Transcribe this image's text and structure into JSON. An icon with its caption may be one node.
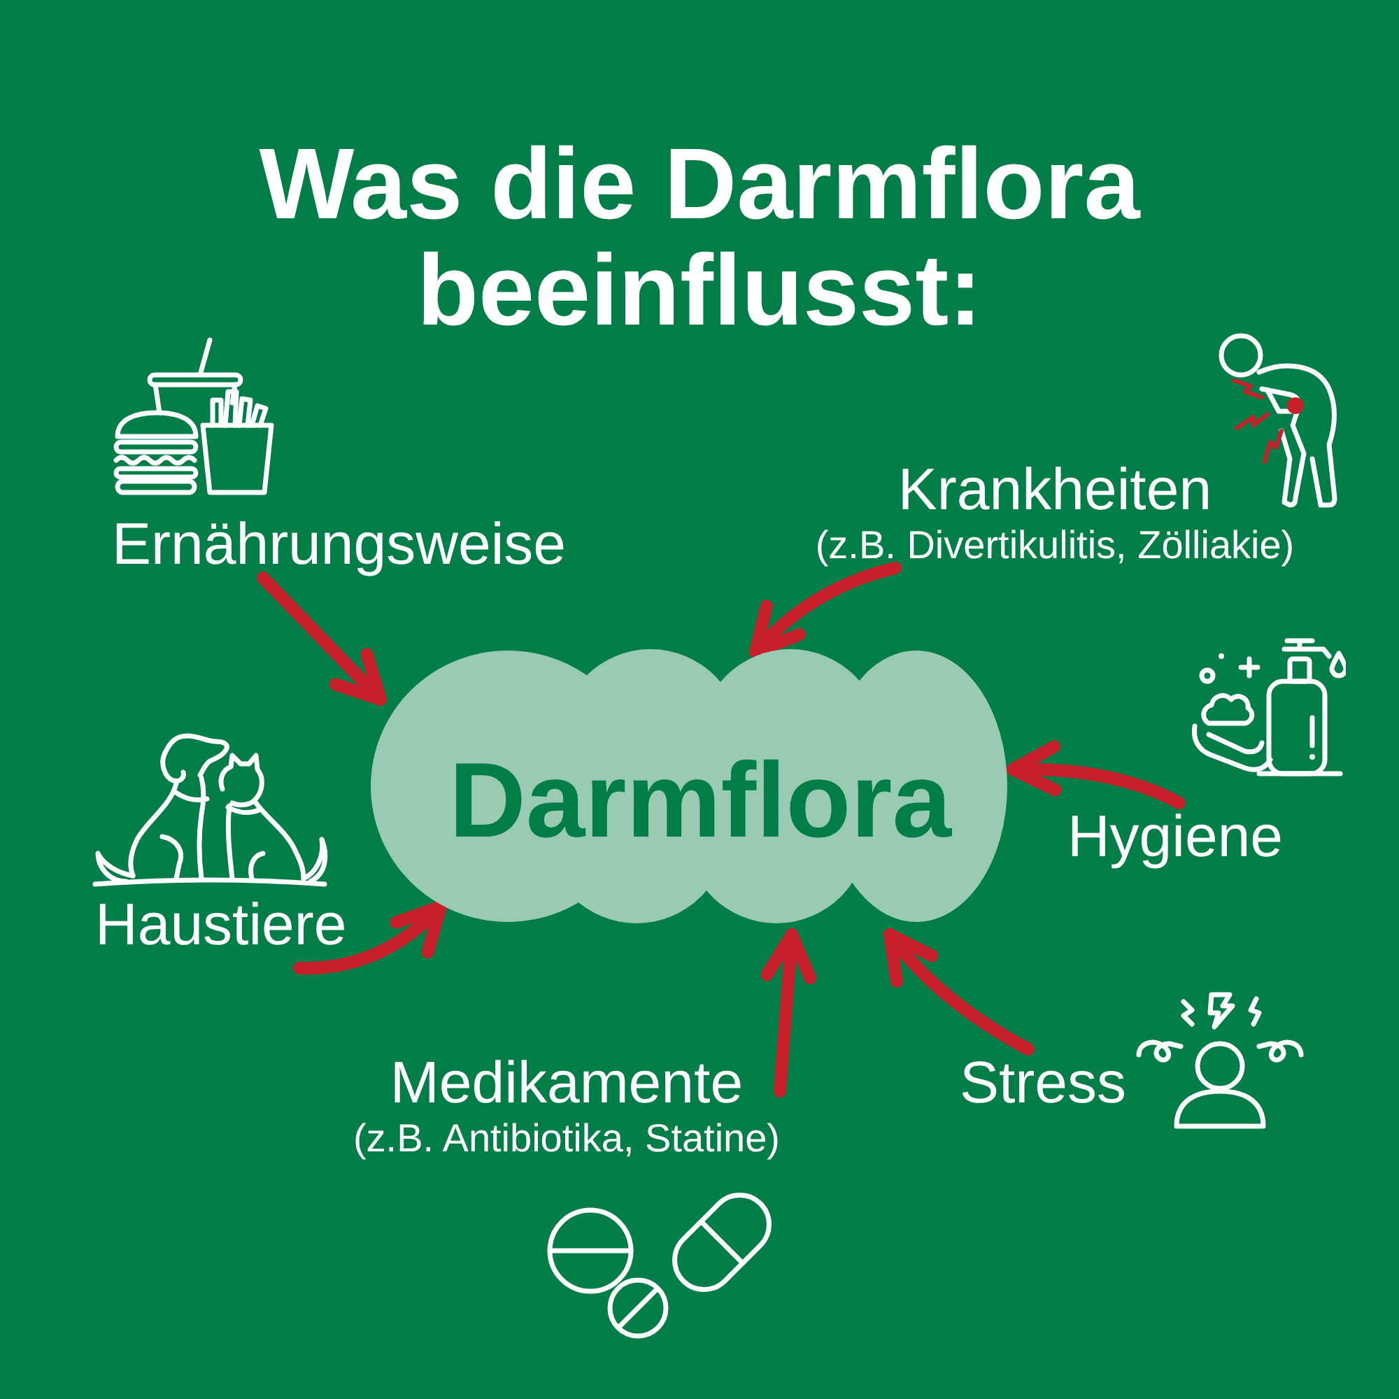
{
  "diagram": {
    "title": "Was die Darmflora beeinflusst:",
    "nodes": [
      {
        "text": [
          "Ernährungsweise"
        ]
      },
      {
        "text": [
          "Krankheiten",
          "(z.B. Divertikulitis, Zölliakie)"
        ]
      },
      {
        "text": [
          "Darmflora"
        ]
      },
      {
        "text": [
          "Hygiene"
        ]
      },
      {
        "text": [
          "Haustiere"
        ]
      },
      {
        "text": [
          "Medikamente",
          "(z.B. Antibiotika, Statine)"
        ]
      },
      {
        "text": [
          "Stress"
        ]
      }
    ],
    "edges": [
      {
        "from": 0,
        "to": 2,
        "arrow": "to"
      },
      {
        "from": 1,
        "to": 2,
        "arrow": "to"
      },
      {
        "from": 3,
        "to": 2,
        "arrow": "to"
      },
      {
        "from": 4,
        "to": 2,
        "arrow": "to"
      },
      {
        "from": 5,
        "to": 2,
        "arrow": "to"
      },
      {
        "from": 6,
        "to": 2,
        "arrow": "to"
      }
    ]
  }
}
